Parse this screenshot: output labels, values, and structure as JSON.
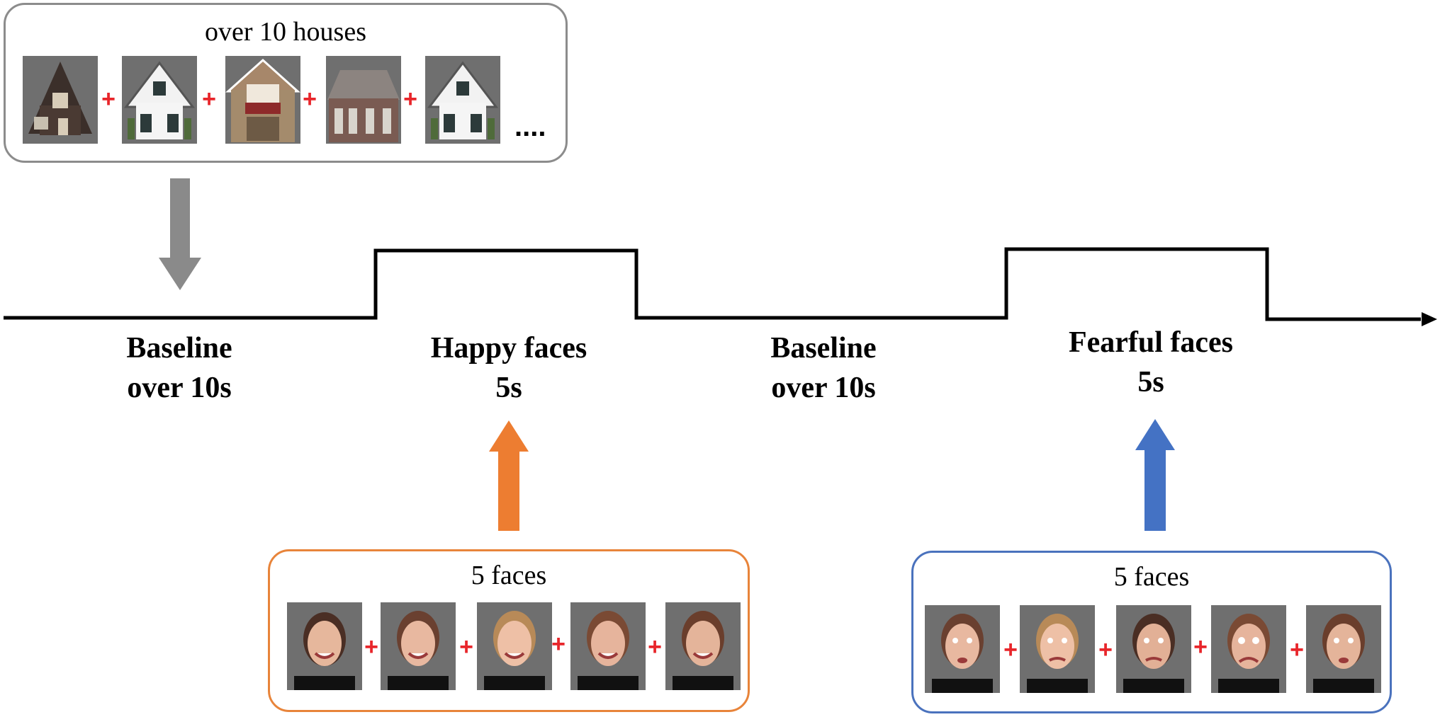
{
  "houses_box": {
    "title": "over 10 houses",
    "ellipsis": "....",
    "separator": "+",
    "border_color": "#8c8c8c",
    "images": [
      "house-icon",
      "house-icon",
      "house-icon",
      "house-icon",
      "house-icon"
    ]
  },
  "happy_box": {
    "title": "5 faces",
    "separator": "+",
    "border_color": "#e8843a",
    "images": [
      "face-icon",
      "face-icon",
      "face-icon",
      "face-icon",
      "face-icon"
    ]
  },
  "fearful_box": {
    "title": "5 faces",
    "separator": "+",
    "border_color": "#4a72bd",
    "images": [
      "face-icon",
      "face-icon",
      "face-icon",
      "face-icon",
      "face-icon"
    ]
  },
  "timeline": {
    "segments": [
      {
        "line1": "Baseline",
        "line2": "over 10s"
      },
      {
        "line1": "Happy faces",
        "line2": "5s"
      },
      {
        "line1": "Baseline",
        "line2": "over 10s"
      },
      {
        "line1": "Fearful faces",
        "line2": "5s"
      }
    ]
  },
  "colors": {
    "grey_arrow": "#8a8a8a",
    "orange_arrow": "#ed7d31",
    "blue_arrow": "#4472c4",
    "plus": "#e8262b"
  }
}
